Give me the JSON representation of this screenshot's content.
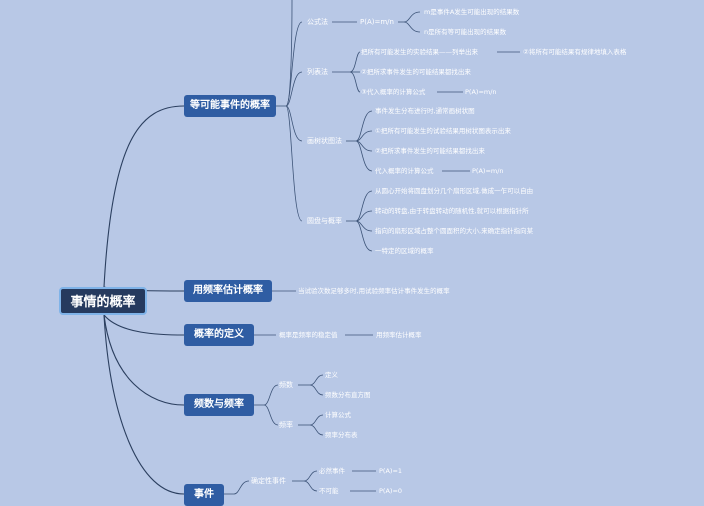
{
  "root": "事情的概率",
  "branches": {
    "equal": {
      "title": "等可能事件的概率",
      "formula_method": {
        "label": "公式法",
        "formula": "P(A)=m/n",
        "m_desc": "m是事件A发生可能出现的结果数",
        "n_desc": "n是所有等可能出现的结果数"
      },
      "list_method": {
        "label": "列表法",
        "step1": "把所有可能发生的实验结果——列举出来",
        "step1_tail": "②将所有可能结果有规律地填入表格",
        "step2": "②把所求事件发生的可能结果都找出来",
        "step3": "③代入概率的计算公式",
        "step3_formula": "P(A)=m/n"
      },
      "tree_method": {
        "label": "画树状图法",
        "step1": "事件发生分布进行时,通常画树状图",
        "step2": "①把所有可能发生的试验结果用树状图表示出来",
        "step3": "②把所求事件发生的可能结果都找出来",
        "step4": "代入概率的计算公式",
        "step4_formula": "P(A)=m/n"
      },
      "disk": {
        "label": "圆盘与概率",
        "step1": "从圆心开始将圆盘划分几个扇形区域,做成一乍可以自由",
        "step2": "转动的转盘,由于转盘转动的随机性,就可以根据指针所",
        "step3": "指向的扇形区域占整个圆面积的大小,来确定指针指向某",
        "step4": "一特定的区域的概率"
      }
    },
    "freq_est": {
      "title": "用频率估计概率",
      "desc": "当试验次数足够多时,用试验频率估计事件发生的概率"
    },
    "definition": {
      "title": "概率的定义",
      "desc": "概率是频率的稳定值",
      "desc_tail": "用频率估计概率"
    },
    "count_freq": {
      "title": "频数与频率",
      "count": {
        "label": "频数",
        "items": [
          "定义",
          "频数分布直方图"
        ]
      },
      "freq": {
        "label": "频率",
        "items": [
          "计算公式",
          "频率分布表"
        ]
      }
    },
    "event": {
      "title": "事件",
      "certain": {
        "label": "确定性事件",
        "sure": "必然事件",
        "sure_p": "P(A)=1",
        "impossible": "不可能",
        "impossible_p": "P(A)=0"
      }
    }
  }
}
